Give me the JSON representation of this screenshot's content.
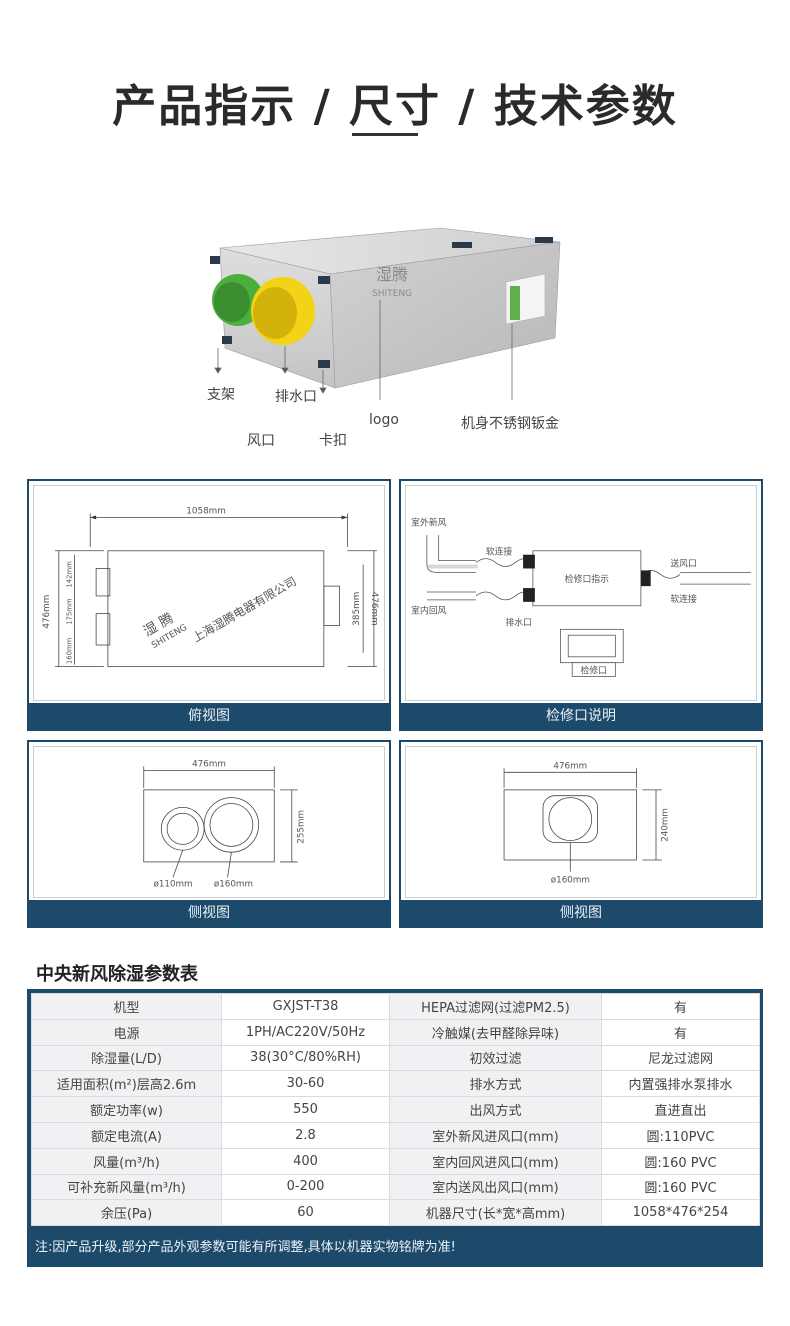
{
  "header": {
    "title": "产品指示 / 尺寸 / 技术参数"
  },
  "product": {
    "brand_cn": "湿腾",
    "brand_en": "SHITENG",
    "callouts": {
      "bracket": "支架",
      "drain": "排水口",
      "logo": "logo",
      "body": "机身不锈钢钣金",
      "air_port": "风口",
      "clip": "卡扣"
    }
  },
  "panels": {
    "top_view": {
      "caption": "俯视图",
      "dims": {
        "length": "1058mm",
        "width_left": "476mm",
        "width_right": "476mm",
        "height_right": "385mm",
        "d1": "142mm",
        "d2": "175mm",
        "d3": "160mm"
      }
    },
    "maintenance": {
      "caption": "检修口说明",
      "labels": {
        "outdoor_fresh": "室外新风",
        "soft_joint_top": "软连接",
        "indoor_return": "室内回风",
        "drain": "排水口",
        "panel_label": "检修口指示",
        "supply": "送风口",
        "soft_joint_right": "软连接",
        "access": "检修口"
      }
    },
    "side_view_1": {
      "caption": "侧视图",
      "dims": {
        "width": "476mm",
        "height": "255mm",
        "port_small": "ø110mm",
        "port_large": "ø160mm"
      }
    },
    "side_view_2": {
      "caption": "侧视图",
      "dims": {
        "width": "476mm",
        "height": "240mm",
        "port": "ø160mm"
      }
    }
  },
  "watermark": {
    "cn": "湿 腾",
    "en": "SHITENG",
    "company": "上海湿腾电器有限公司"
  },
  "specs": {
    "title": "中央新风除湿参数表",
    "rows": [
      [
        "机型",
        "GXJST-T38",
        "HEPA过滤网(过滤PM2.5)",
        "有"
      ],
      [
        "电源",
        "1PH/AC220V/50Hz",
        "冷触媒(去甲醛除异味)",
        "有"
      ],
      [
        "除湿量(L/D)",
        "38(30°C/80%RH)",
        "初效过滤",
        "尼龙过滤网"
      ],
      [
        "适用面积(m²)层高2.6m",
        "30-60",
        "排水方式",
        "内置强排水泵排水"
      ],
      [
        "额定功率(w)",
        "550",
        "出风方式",
        "直进直出"
      ],
      [
        "额定电流(A)",
        "2.8",
        "室外新风进风口(mm)",
        "圆:110PVC"
      ],
      [
        "风量(m³/h)",
        "400",
        "室内回风进风口(mm)",
        "圆:160 PVC"
      ],
      [
        "可补充新风量(m³/h)",
        "0-200",
        "室内送风出风口(mm)",
        "圆:160 PVC"
      ],
      [
        "余压(Pa)",
        "60",
        "机器尺寸(长*宽*高mm)",
        "1058*476*254"
      ]
    ],
    "note": "注:因产品升级,部分产品外观参数可能有所调整,具体以机器实物铭牌为准!"
  }
}
